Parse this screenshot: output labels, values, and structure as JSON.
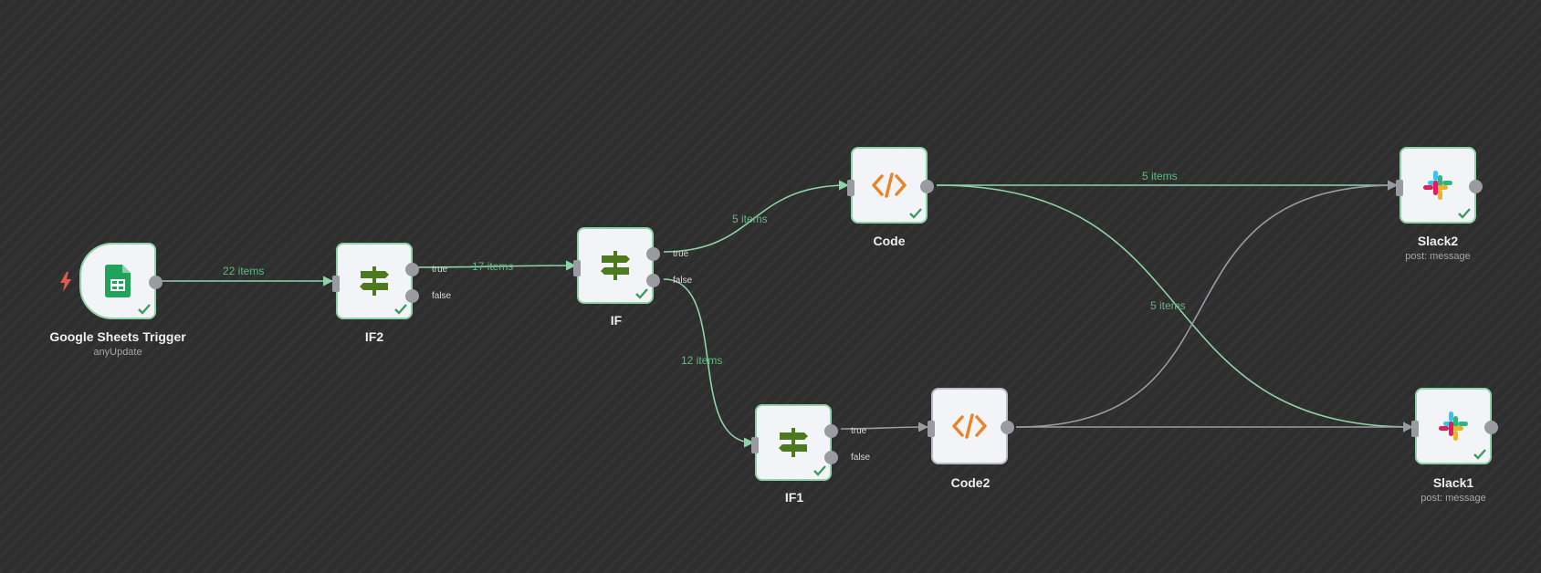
{
  "colors": {
    "edge_active": "#8fd4a8",
    "edge_inactive": "#9a9ba0",
    "success": "#3f9a5f",
    "code_orange": "#e8852a",
    "if_green": "#4d7a1f",
    "sheets_green": "#20a35a",
    "trigger_red": "#e05a4a"
  },
  "edges": {
    "e1": "22 items",
    "e2": "17 items",
    "e3": "5 items",
    "e4": "12 items",
    "e5": "5 items",
    "e6": "5 items"
  },
  "nodes": {
    "google_sheets_trigger": {
      "title": "Google Sheets Trigger",
      "subtitle": "anyUpdate",
      "icon": "google-sheets-icon"
    },
    "if2": {
      "title": "IF2",
      "true_label": "true",
      "false_label": "false",
      "icon": "signpost-icon"
    },
    "if": {
      "title": "IF",
      "true_label": "true",
      "false_label": "false",
      "icon": "signpost-icon"
    },
    "if1": {
      "title": "IF1",
      "true_label": "true",
      "false_label": "false",
      "icon": "signpost-icon"
    },
    "code": {
      "title": "Code",
      "icon": "code-icon"
    },
    "code2": {
      "title": "Code2",
      "icon": "code-icon"
    },
    "slack2": {
      "title": "Slack2",
      "subtitle": "post: message",
      "icon": "slack-icon"
    },
    "slack1": {
      "title": "Slack1",
      "subtitle": "post: message",
      "icon": "slack-icon"
    }
  }
}
